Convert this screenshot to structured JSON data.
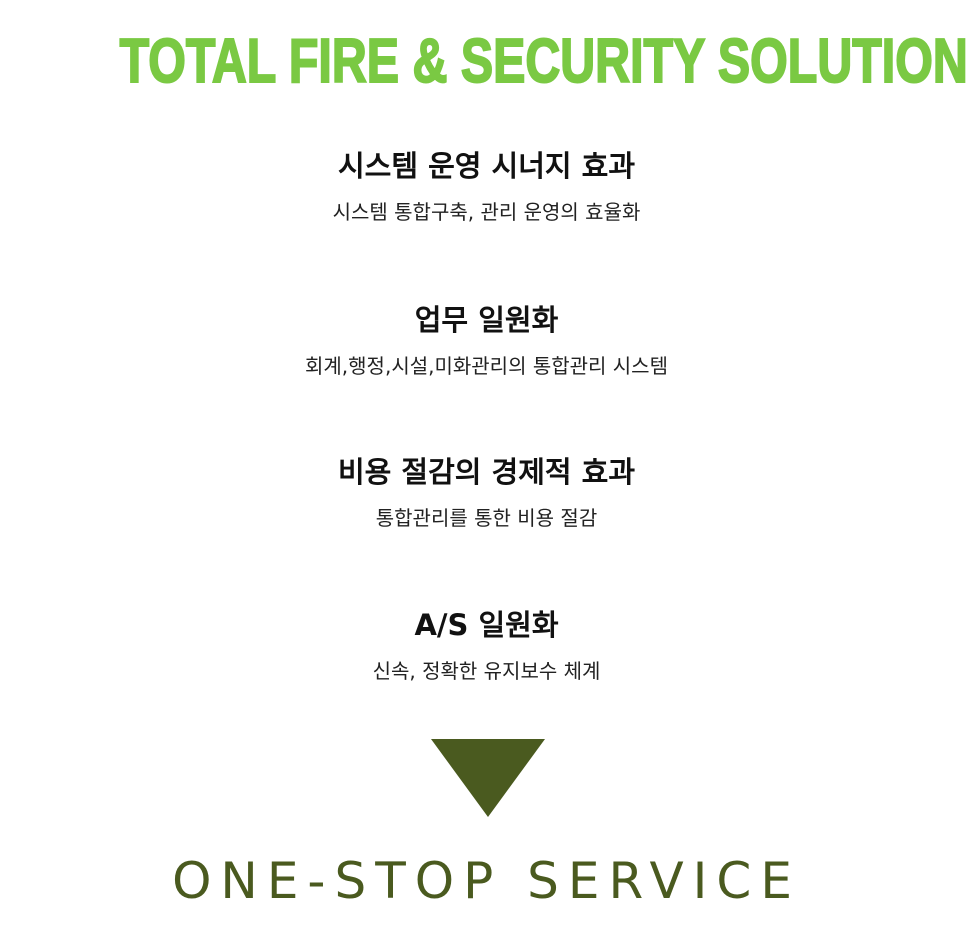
{
  "title": "TOTAL FIRE & SECURITY SOLUTION",
  "items": [
    {
      "heading": "시스템 운영 시너지 효과",
      "sub": "시스템 통합구축, 관리 운영의 효율화"
    },
    {
      "heading": "업무 일원화",
      "sub": "회계,행정,시설,미화관리의 통합관리 시스템"
    },
    {
      "heading": "비용 절감의 경제적 효과",
      "sub": "통합관리를 통한 비용 절감"
    },
    {
      "heading": "A/S 일원화",
      "sub": "신속, 정확한 유지보수 체계"
    }
  ],
  "footer": "ONE-STOP SERVICE",
  "colors": {
    "accent": "#7ac943",
    "dark": "#4a5a1f"
  }
}
